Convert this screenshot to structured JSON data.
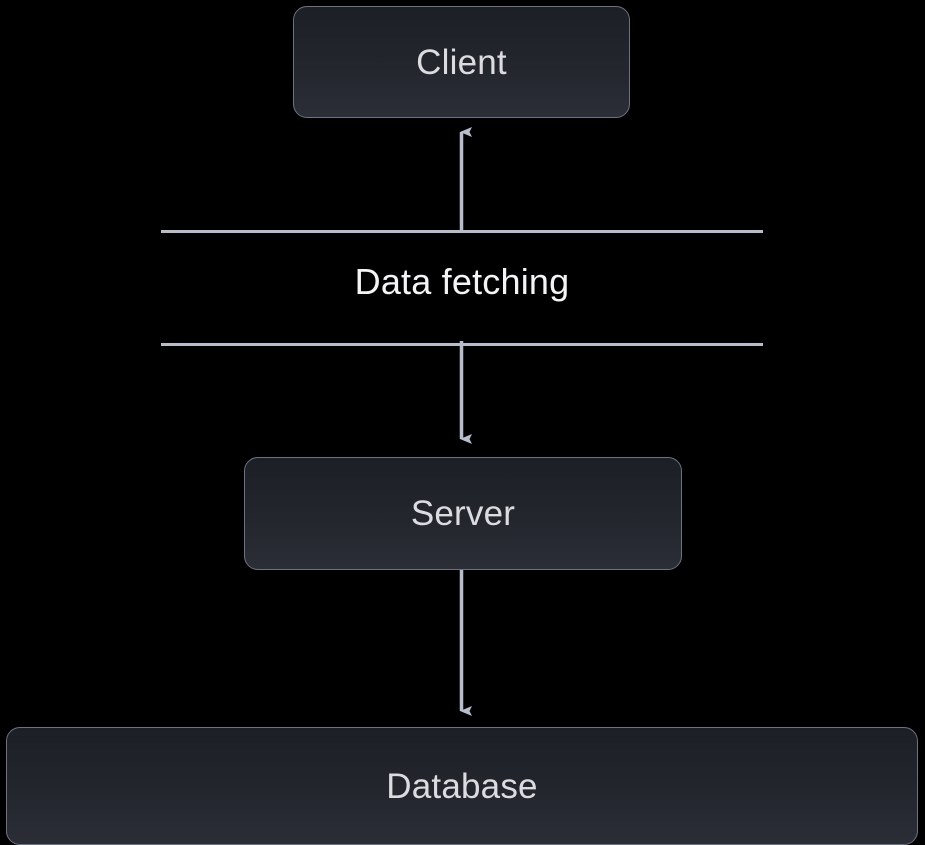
{
  "diagram": {
    "type": "flow-diagram",
    "background_color": "#000000",
    "node_fill_top": "#1d1f26",
    "node_fill_bottom": "#2c2e37",
    "node_border_color": "#6e7180",
    "node_text_color": "#dcdce0",
    "connector_color": "#b9bccb",
    "band_label_color": "#f4f4f6",
    "nodes": [
      {
        "id": "client",
        "label": "Client"
      },
      {
        "id": "server",
        "label": "Server"
      },
      {
        "id": "database",
        "label": "Database"
      }
    ],
    "band": {
      "label": "Data fetching"
    },
    "edges": [
      {
        "id": "client-server",
        "from": "server",
        "to": "client",
        "direction": "up",
        "arrowhead": "end"
      },
      {
        "id": "server-inbound",
        "from": "band",
        "to": "server",
        "direction": "down",
        "arrowhead": "end"
      },
      {
        "id": "server-database",
        "from": "server",
        "to": "database",
        "direction": "down",
        "arrowhead": "end"
      }
    ]
  }
}
